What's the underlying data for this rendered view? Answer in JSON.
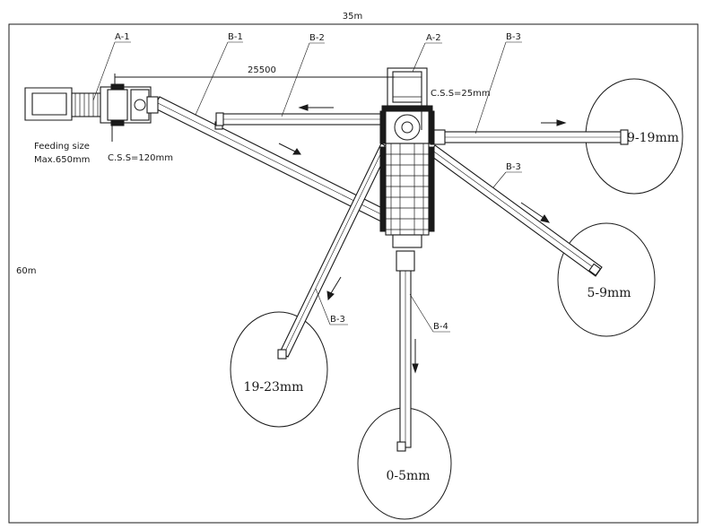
{
  "dimensions": {
    "width_label": "35m",
    "height_label": "60m",
    "distance": "25500"
  },
  "labels": {
    "a1": "A-1",
    "a2": "A-2",
    "b1": "B-1",
    "b2": "B-2",
    "b3_top": "B-3",
    "b3_right": "B-3",
    "b3_left": "B-3",
    "b4": "B-4"
  },
  "notes": {
    "feeding_size": "Feeding size",
    "feeding_max": "Max.650mm",
    "css_primary": "C.S.S=120mm",
    "css_secondary": "C.S.S=25mm"
  },
  "piles": {
    "p9_19": "9-19mm",
    "p5_9": "5-9mm",
    "p19_23": "19-23mm",
    "p0_5": "0-5mm"
  }
}
